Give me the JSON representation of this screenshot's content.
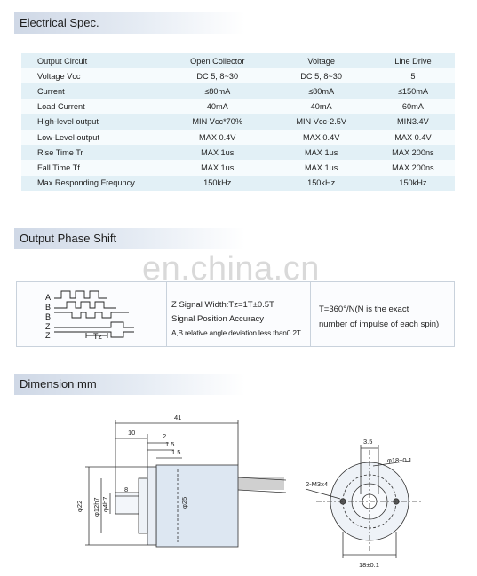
{
  "sections": {
    "electrical": "Electrical Spec.",
    "phase": "Output Phase Shift",
    "dimension": "Dimension mm"
  },
  "spec_table": {
    "rows": [
      [
        "Output Circuit",
        "Open Collector",
        "Voltage",
        "Line Drive"
      ],
      [
        "Voltage Vcc",
        "DC 5, 8~30",
        "DC 5, 8~30",
        "5"
      ],
      [
        "Current",
        "≤80mA",
        "≤80mA",
        "≤150mA"
      ],
      [
        "Load Current",
        "40mA",
        "40mA",
        "60mA"
      ],
      [
        "High-level output",
        "MIN Vcc*70%",
        "MIN Vcc-2.5V",
        "MIN3.4V"
      ],
      [
        "Low-Level output",
        "MAX 0.4V",
        "MAX 0.4V",
        "MAX 0.4V"
      ],
      [
        "Rise Time Tr",
        "MAX 1us",
        "MAX 1us",
        "MAX 200ns"
      ],
      [
        "Fall Time Tf",
        "MAX 1us",
        "MAX 1us",
        "MAX 200ns"
      ],
      [
        "Max Responding Frequncy",
        "150kHz",
        "150kHz",
        "150kHz"
      ]
    ]
  },
  "phase": {
    "signal_labels": [
      "A",
      "B",
      "B",
      "Z",
      "Z"
    ],
    "tz_label": "Tz",
    "line1": "Z Signal Width:Tz=1T±0.5T",
    "line2": "Signal Position Accuracy",
    "line3": "A,B relative angle deviation less than0.2T",
    "right1": "T=360°/N(N is the exact",
    "right2": "number of impulse of each spin)"
  },
  "watermark": "en.china.cn",
  "dimensions": {
    "total_length": "41",
    "d10": "10",
    "d2": "2",
    "d15a": "1.5",
    "d15b": "1.5",
    "d8": "8",
    "d22": "φ22",
    "d12": "φ12h7",
    "d4": "φ4h7",
    "d25": "φ25",
    "hole_label": "2-M3x4",
    "d35": "3.5",
    "d18_circle": "φ18±0.1",
    "d18_bottom": "18±0.1"
  }
}
